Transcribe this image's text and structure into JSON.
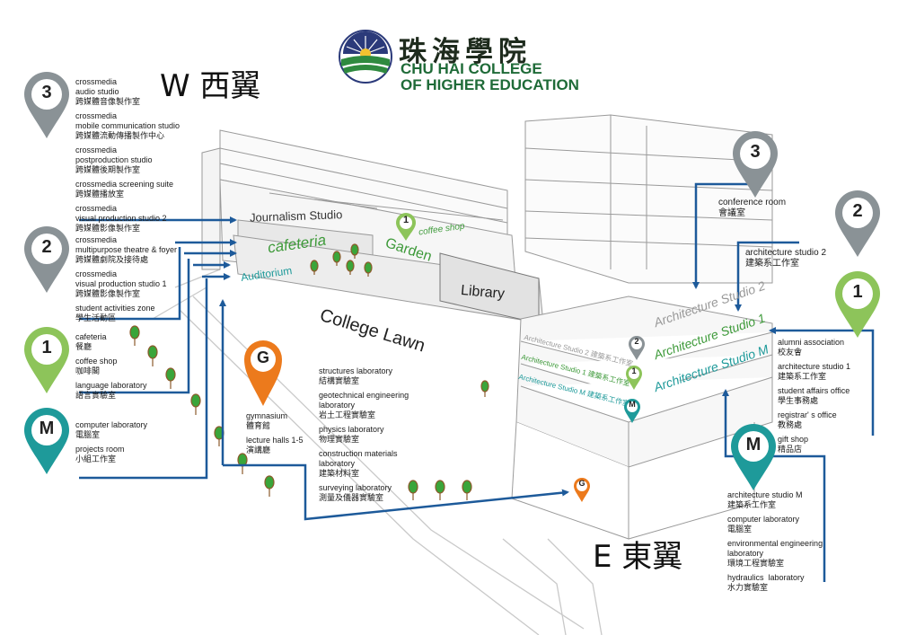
{
  "logo": {
    "name_zh": "珠海學院",
    "name_en_line1": "CHU HAI COLLEGE",
    "name_en_line2": "OF HIGHER EDUCATION"
  },
  "wings": {
    "west": "W 西翼",
    "east": "E 東翼"
  },
  "colors": {
    "grey_pin": "#8a9296",
    "green_pin": "#8dc45a",
    "teal_pin": "#1e9a9a",
    "orange_pin": "#ec7a1c",
    "arrow_blue": "#1d5a9a",
    "label_green": "#3e9a3a",
    "label_teal": "#1e9a9a",
    "tree_green": "#3aa53a"
  },
  "west_wing": {
    "groups": [
      {
        "pin": "3",
        "items": [
          {
            "en": "crossmedia\naudio studio",
            "zh": "跨媒體音像製作室"
          },
          {
            "en": "crossmedia\nmobile communication studio",
            "zh": "跨媒體流動傳播製作中心"
          },
          {
            "en": "crossmedia\npostproduction studio",
            "zh": "跨媒體後期製作室"
          },
          {
            "en": "crossmedia screening suite",
            "zh": "跨媒體播放室"
          },
          {
            "en": "crossmedia\nvisual production studio 2",
            "zh": "跨媒體影像製作室"
          }
        ]
      },
      {
        "pin": "2",
        "items": [
          {
            "en": "crossmedia\nmultipurpose theatre & foyer",
            "zh": "跨媒體劇院及接待處"
          },
          {
            "en": "crossmedia\nvisual production studio 1",
            "zh": "跨媒體影像製作室"
          },
          {
            "en": "student activities zone",
            "zh": "學生活動區"
          }
        ]
      },
      {
        "pin": "1",
        "items": [
          {
            "en": "cafeteria",
            "zh": "餐廳"
          },
          {
            "en": "coffee shop",
            "zh": "咖啡閣"
          },
          {
            "en": "language laboratory",
            "zh": "語言實驗室"
          }
        ]
      },
      {
        "pin": "M",
        "items": [
          {
            "en": "computer laboratory",
            "zh": "電腦室"
          },
          {
            "en": "projects room",
            "zh": "小組工作室"
          }
        ]
      }
    ]
  },
  "gym_group": {
    "pin": "G",
    "items": [
      {
        "en": "gymnasium",
        "zh": "體育館"
      },
      {
        "en": "lecture halls 1-5",
        "zh": "演講廳"
      }
    ]
  },
  "lab_group": {
    "items": [
      {
        "en": "structures laboratory",
        "zh": "結構實驗室"
      },
      {
        "en": "geotechnical engineering\nlaboratory",
        "zh": "岩土工程實驗室"
      },
      {
        "en": "physics laboratory",
        "zh": "物理實驗室"
      },
      {
        "en": "construction materials\nlaboratory",
        "zh": "建築材料室"
      },
      {
        "en": "surveying laboratory",
        "zh": "測量及儀器實驗室"
      }
    ]
  },
  "east_wing": {
    "floor3": {
      "pin": "3",
      "items": [
        {
          "en": "conference room",
          "zh": "會議室"
        }
      ]
    },
    "floor2": {
      "pin": "2",
      "items": [
        {
          "en": "architecture studio 2",
          "zh": "建築系工作室"
        }
      ]
    },
    "floor1": {
      "pin": "1",
      "items": [
        {
          "en": "alumni association",
          "zh": "校友會"
        },
        {
          "en": "architecture studio 1",
          "zh": "建築系工作室"
        },
        {
          "en": "student affairs office",
          "zh": "學生事務處"
        },
        {
          "en": "registrar' s office",
          "zh": "教務處"
        },
        {
          "en": "gift shop",
          "zh": "精品店"
        }
      ]
    },
    "floorM": {
      "pin": "M",
      "items": [
        {
          "en": "architecture studio M",
          "zh": "建築系工作室"
        },
        {
          "en": "computer laboratory",
          "zh": "電腦室"
        },
        {
          "en": "environmental engineering\nlaboratory",
          "zh": "環境工程實驗室"
        },
        {
          "en": "hydraulics  laboratory",
          "zh": "水力實驗室"
        }
      ]
    }
  },
  "map_labels": {
    "journalism": "Journalism Studio",
    "cafeteria": "cafeteria",
    "coffee": "coffee shop",
    "garden": "Garden",
    "auditorium": "Auditorium",
    "library": "Library",
    "lawn": "College Lawn",
    "arch2_big": "Architecture Studio 2",
    "arch2_small": "Architecture Studio 2 建築系工作室",
    "arch1_big": "Architecture Studio 1",
    "arch1_small": "Architecture Studio 1 建築系工作室",
    "archM_big": "Architecture Studio M",
    "archM_small": "Architecture Studio M 建築系工作室",
    "arch_zh": "建築系工作室"
  },
  "map_pins": {
    "grey2": "2",
    "green1": "1",
    "tealM": "M",
    "orangeG": "G",
    "green1_top": "1"
  }
}
